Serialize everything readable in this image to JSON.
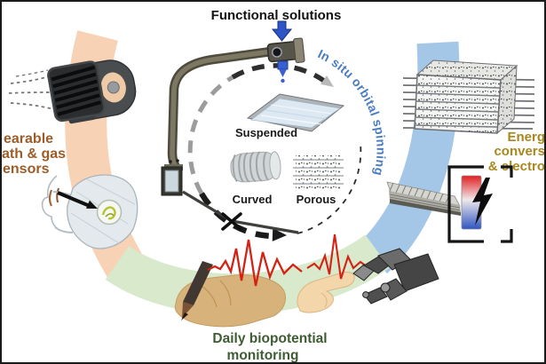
{
  "figure_title": "Functional solutions",
  "center": {
    "orbit_label": "In situ orbital spinning",
    "suspended_label": "Suspended",
    "curved_label": "Curved",
    "porous_label": "Porous"
  },
  "left_caption": {
    "line1": "earable",
    "line2": "ath & gas",
    "line3": "ensors"
  },
  "right_caption": {
    "line1": "Energ",
    "line2": "convers",
    "line3": "& electro"
  },
  "bottom_caption": {
    "line1": "Daily biopotential",
    "line2": "monitoring"
  },
  "colors": {
    "wearable_caption_text": "#9e5c28",
    "energy_caption_text": "#a8871f",
    "biopotential_caption_text": "#3e5c33",
    "orbit_label_text": "#4a7cc2",
    "ring_band_peach": "#f7d2b4",
    "ring_band_green": "#d8e9cc",
    "ring_band_blue": "#a4c7e7",
    "signal_red": "#d32315",
    "thermo_hot": "#e01f1f",
    "thermo_cold": "#2f55c1"
  }
}
